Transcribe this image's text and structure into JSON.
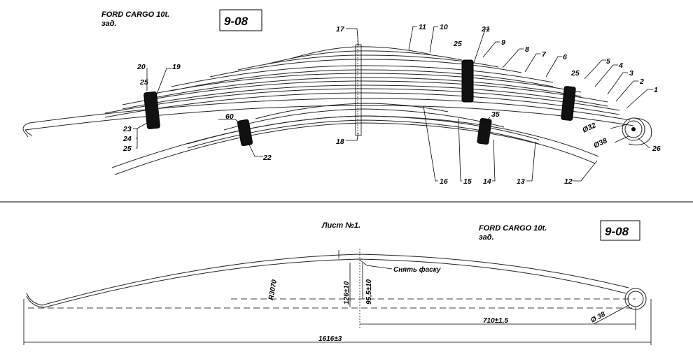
{
  "sheet1": {
    "title": "FORD CARGO 10t.",
    "subtitle": "зад.",
    "code": "9-08",
    "labels": {
      "n1": "1",
      "n2": "2",
      "n3": "3",
      "n4": "4",
      "n5": "5",
      "n6": "6",
      "n7": "7",
      "n8": "8",
      "n9": "9",
      "n10": "10",
      "n11": "11",
      "n12": "12",
      "n13": "13",
      "n14": "14",
      "n15": "15",
      "n16": "16",
      "n17": "17",
      "n18": "18",
      "n19": "19",
      "n20": "20",
      "n21": "21",
      "n22": "22",
      "n23": "23",
      "n24": "24",
      "n25a": "25",
      "n25b": "25",
      "n25c": "25",
      "n25d": "25",
      "n26": "26",
      "n35": "35",
      "n60": "60",
      "d32": "Ø32",
      "d38": "Ø38"
    }
  },
  "sheet2": {
    "sheet_label": "Лист №1.",
    "title": "FORD CARGO 10t.",
    "subtitle": "зад.",
    "code": "9-08",
    "radius": "R3070",
    "height1": "126±10",
    "height2": "95,5±10",
    "chamfer": "Снять фаску",
    "half_length": "710±1,5",
    "eye_diameter": "Ø 38",
    "total_length": "1616±3"
  }
}
